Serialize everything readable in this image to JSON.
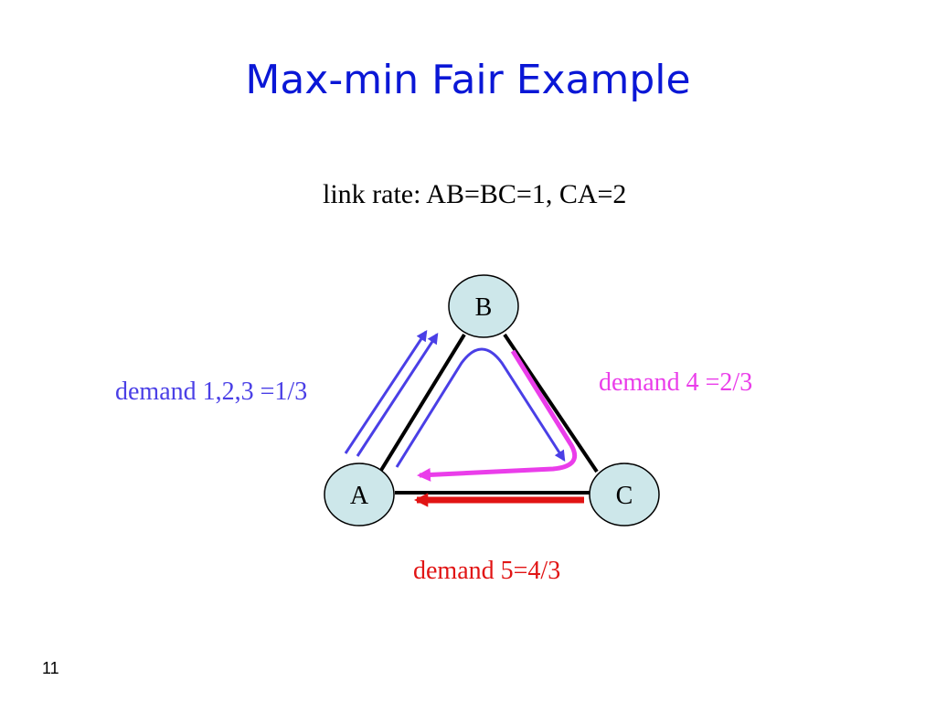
{
  "slide": {
    "title": "Max-min Fair Example",
    "link_rate": "link rate: AB=BC=1, CA=2",
    "demand_blue": "demand 1,2,3 =1/3",
    "demand_magenta": "demand 4 =2/3",
    "demand_red": "demand 5=4/3",
    "slide_number": "11"
  },
  "nodes": {
    "a": "A",
    "b": "B",
    "c": "C"
  },
  "colors": {
    "title": "#0a17d6",
    "node_fill": "#cde7ea",
    "blue_flow": "#4a3fe6",
    "magenta_flow": "#ea3dea",
    "red_flow": "#e11414"
  }
}
